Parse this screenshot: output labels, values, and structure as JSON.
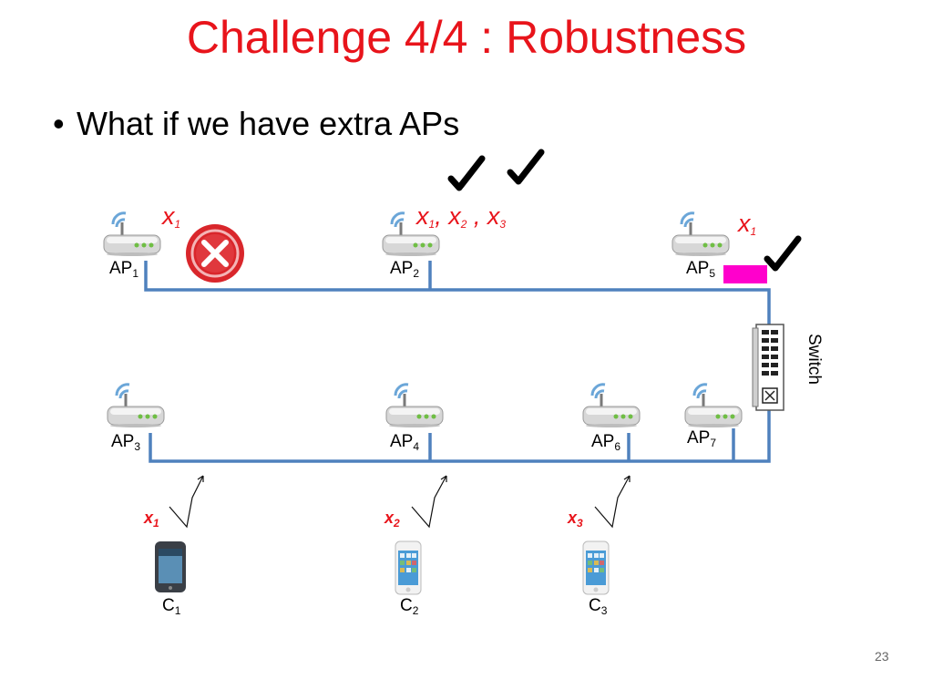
{
  "slide": {
    "title": "Challenge 4/4 : Robustness",
    "bullet": "What if we have extra APs",
    "page_number": "23"
  },
  "access_points": [
    {
      "base": "AP",
      "sub": "1"
    },
    {
      "base": "AP",
      "sub": "2"
    },
    {
      "base": "AP",
      "sub": "5"
    },
    {
      "base": "AP",
      "sub": "3"
    },
    {
      "base": "AP",
      "sub": "4"
    },
    {
      "base": "AP",
      "sub": "6"
    },
    {
      "base": "AP",
      "sub": "7"
    }
  ],
  "clients": [
    {
      "base": "C",
      "sub": "1",
      "signal": {
        "base": "x",
        "sub": "1"
      }
    },
    {
      "base": "C",
      "sub": "2",
      "signal": {
        "base": "x",
        "sub": "2"
      }
    },
    {
      "base": "C",
      "sub": "3",
      "signal": {
        "base": "x",
        "sub": "3"
      }
    }
  ],
  "received": {
    "ap1": {
      "base": "x",
      "sub": "1"
    },
    "ap2": [
      {
        "base": "x",
        "sub": "1"
      },
      {
        "base": "x",
        "sub": "2"
      },
      {
        "base": "x",
        "sub": "3"
      }
    ],
    "ap5": {
      "base": "x",
      "sub": "1"
    }
  },
  "switch": {
    "label": "Switch"
  },
  "colors": {
    "title": "#e8141b",
    "wire": "#4f81bd",
    "highlight_port": "#ff00cc",
    "reject": "#d9262b"
  }
}
